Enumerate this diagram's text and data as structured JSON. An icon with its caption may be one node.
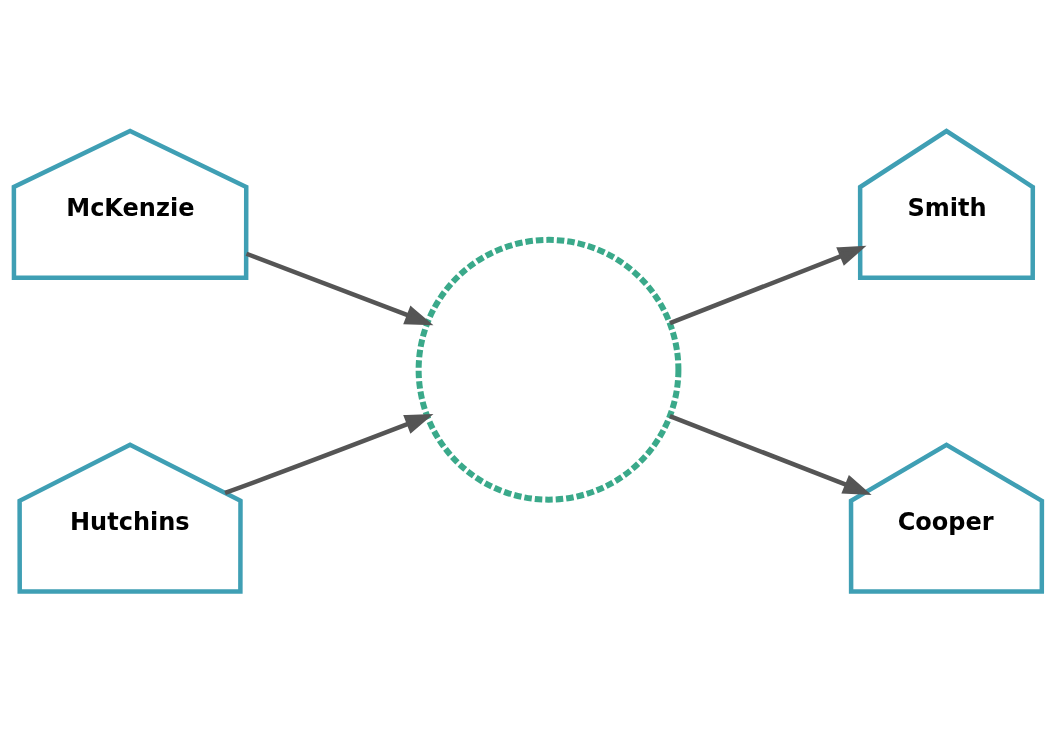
{
  "diagram": {
    "nodes": [
      {
        "text": [
          "McKenzie"
        ]
      },
      {
        "text": [
          "Smith"
        ]
      },
      {
        "text": [],
        "shape": "circle"
      },
      {
        "text": [
          "Hutchins"
        ]
      },
      {
        "text": [
          "Cooper"
        ]
      }
    ],
    "edges": [
      {
        "from": 0,
        "to": 2,
        "arrow": "to"
      },
      {
        "from": 3,
        "to": 2,
        "arrow": "to"
      },
      {
        "from": 2,
        "to": 1,
        "arrow": "to"
      },
      {
        "from": 2,
        "to": 4,
        "arrow": "to"
      }
    ]
  }
}
